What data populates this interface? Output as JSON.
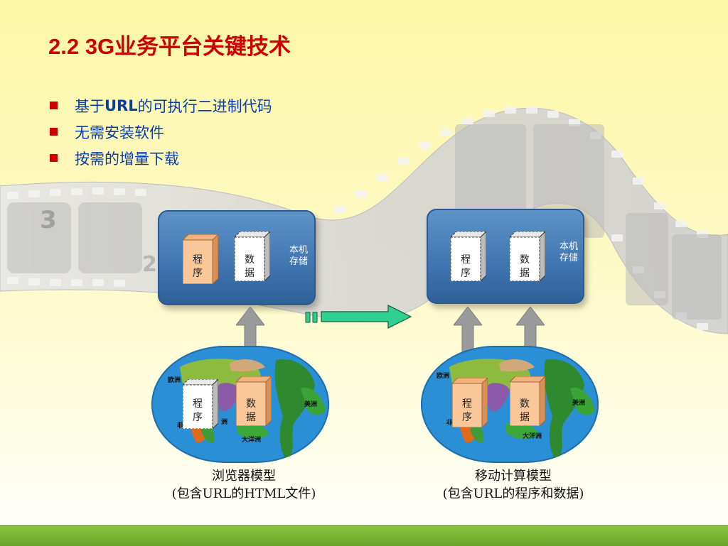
{
  "slide": {
    "title": "2.2  3G业务平台关键技术"
  },
  "bullets": [
    {
      "prefix": "基于",
      "emphasis": "URL",
      "suffix": "的可执行二进制代码"
    },
    {
      "prefix": "无需安装软件",
      "emphasis": "",
      "suffix": ""
    },
    {
      "prefix": "按需的增量下载",
      "emphasis": "",
      "suffix": ""
    }
  ],
  "left_model": {
    "storage_label_line1": "本机",
    "storage_label_line2": "存储",
    "top_program": [
      "程",
      "序"
    ],
    "top_data": [
      "数",
      "据"
    ],
    "bottom_program": [
      "程",
      "序"
    ],
    "bottom_data": [
      "数",
      "据"
    ],
    "caption_line1": "浏览器模型",
    "caption_line2": "(包含URL的HTML文件)"
  },
  "right_model": {
    "storage_label_line1": "本机",
    "storage_label_line2": "存储",
    "top_program": [
      "程",
      "序"
    ],
    "top_data": [
      "数",
      "据"
    ],
    "bottom_program": [
      "程",
      "序"
    ],
    "bottom_data": [
      "数",
      "据"
    ],
    "caption_line1": "移动计算模型",
    "caption_line2": "(包含URL的程序和数据)"
  },
  "map_labels": {
    "europe": "欧洲",
    "america": "美洲",
    "africa": "非",
    "oceania": "大洋洲",
    "asia_frag": "洲"
  },
  "film_numbers": [
    "3",
    "2"
  ],
  "colors": {
    "title_red": "#cc0000",
    "bullet_blue": "#0a3ca8",
    "storage_blue": "#3f74b0",
    "cube_orange": "#f9c79a",
    "cube_white": "#ffffff",
    "arrow_green": "#2fcf8f",
    "arrow_gray": "#9a9a9a",
    "footer_green": "#7db835"
  }
}
